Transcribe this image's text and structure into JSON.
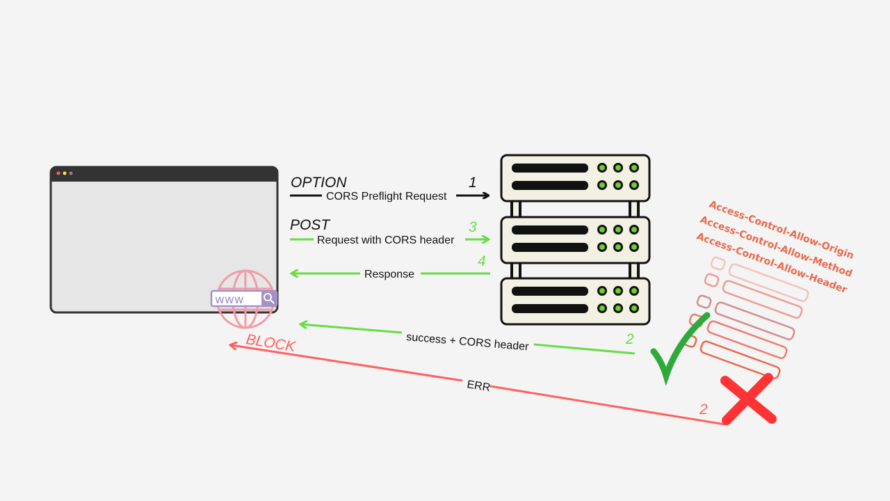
{
  "colors": {
    "background": "#f4f4f4",
    "request": "#111111",
    "success": "#66dd44",
    "error": "#ff6060",
    "header": "#e8694a",
    "server_led": "#6ccf2d",
    "check": "#2eaa3a",
    "cross": "#ff3333",
    "globe": "#f29ba7",
    "search": "#a391c7"
  },
  "browser": {
    "dots": [
      "#ff5c5c",
      "#f5e74a",
      "#888888"
    ]
  },
  "globe": {
    "search_text": "www",
    "icon": "magnifier-icon"
  },
  "arrows": {
    "option": {
      "method": "OPTION",
      "label": "CORS Preflight Request",
      "step": "1"
    },
    "post": {
      "method": "POST",
      "label": "Request with CORS header",
      "step": "3"
    },
    "response": {
      "label": "Response",
      "step": "4"
    },
    "success": {
      "label": "success + CORS header",
      "step": "2"
    },
    "error": {
      "label": "ERR",
      "step": "2",
      "block": "BLOCK"
    }
  },
  "headers": [
    "Access-Control-Allow-Origin",
    "Access-Control-Allow-Method",
    "Access-Control-Allow-Header"
  ]
}
